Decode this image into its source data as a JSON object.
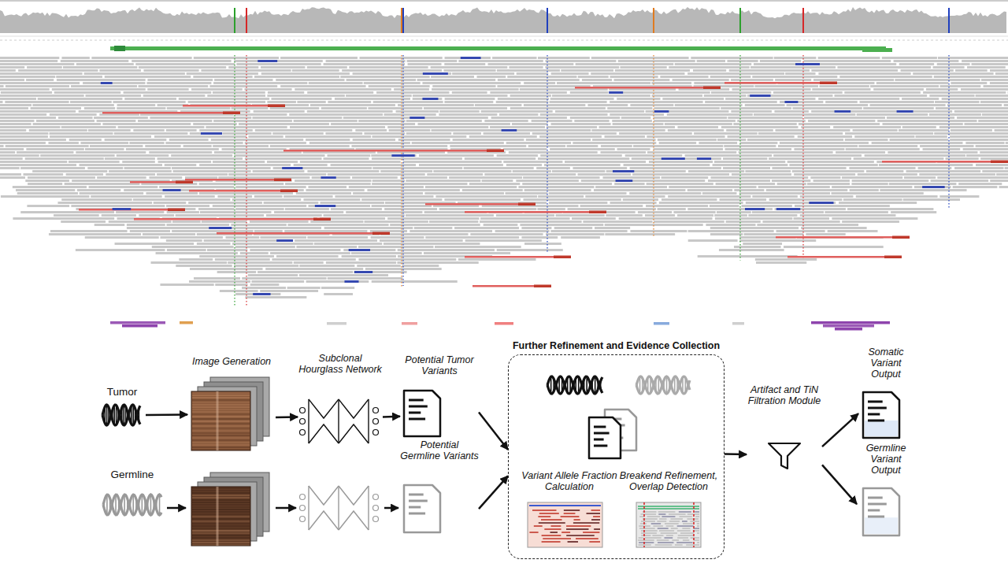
{
  "diagram": {
    "nodes": [
      {
        "text": [
          "Tumor"
        ]
      },
      {
        "text": [
          "Image Generation"
        ]
      },
      {
        "text": [
          "Subclonal Hourglass Network"
        ]
      },
      {
        "text": [
          "Potential Tumor Variants"
        ]
      },
      {
        "text": [
          "Germline"
        ]
      },
      {
        "text": [
          "Potential Germline Variants"
        ]
      },
      {
        "text": [
          "Further Refinement and Evidence Collection"
        ]
      },
      {
        "text": [
          "Variant Allele Fraction Calculation"
        ],
        "in": 6
      },
      {
        "text": [
          "Breakend Refinement, Overlap Detection"
        ],
        "in": 6
      },
      {
        "text": [
          "Artifact and TiN Filtration Module"
        ]
      },
      {
        "text": [
          "Somatic Variant Output"
        ]
      },
      {
        "text": [
          "Germline Variant Output"
        ]
      }
    ],
    "edges": [
      {
        "from": 0,
        "to": 1,
        "arrow": "to"
      },
      {
        "from": 1,
        "to": 2,
        "arrow": "to"
      },
      {
        "from": 2,
        "to": 3,
        "arrow": "to"
      },
      {
        "from": 3,
        "to": 6,
        "arrow": "to"
      },
      {
        "from": 5,
        "to": 6,
        "arrow": "to"
      },
      {
        "from": 6,
        "to": 9,
        "arrow": "to"
      },
      {
        "from": 9,
        "to": 10,
        "arrow": "to"
      },
      {
        "from": 9,
        "to": 11,
        "arrow": "to"
      }
    ]
  }
}
